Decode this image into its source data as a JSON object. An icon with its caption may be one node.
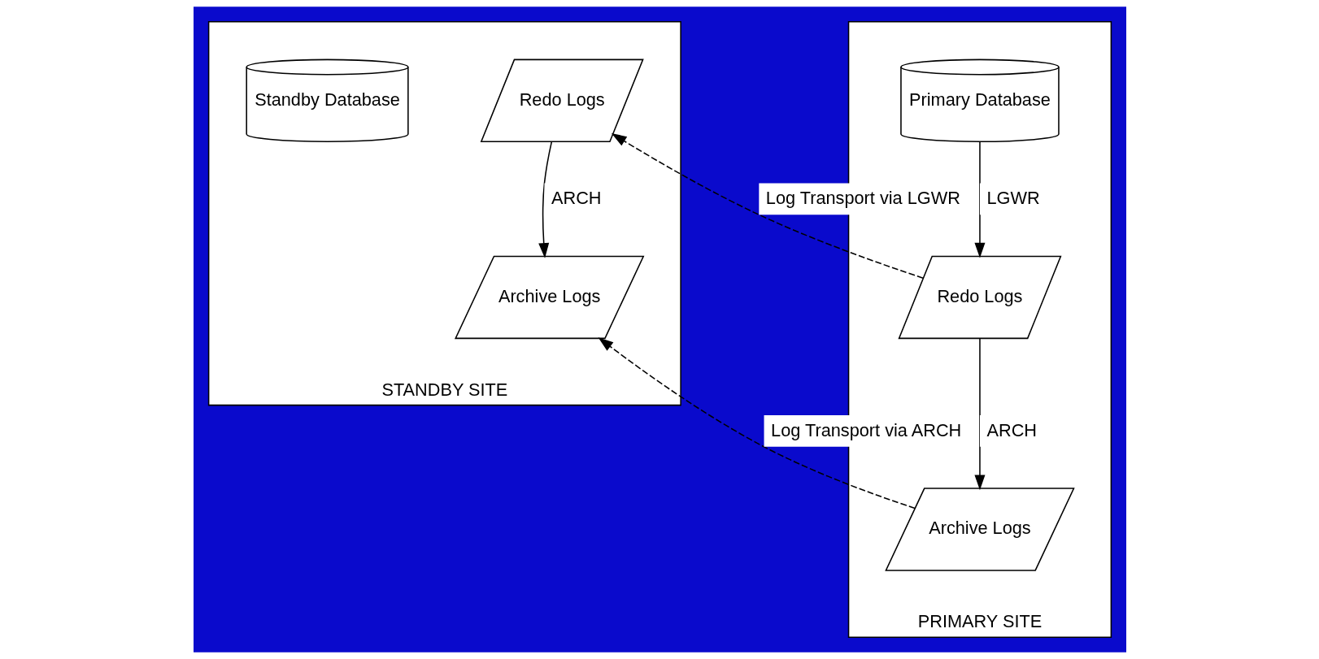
{
  "diagram": {
    "nodes": [
      {
        "text": [
          "PRIMARY SITE"
        ]
      },
      {
        "text": [
          "Redo Logs"
        ],
        "in": 0
      },
      {
        "text": [
          "Primary Database"
        ],
        "in": 0
      },
      {
        "text": [
          "Archive Logs"
        ],
        "in": 0
      },
      {
        "text": [
          "STANDBY SITE"
        ]
      },
      {
        "text": [
          "Redo Logs"
        ],
        "in": 4
      },
      {
        "text": [
          "Standby Database"
        ],
        "in": 4
      },
      {
        "text": [
          "Archive Logs"
        ],
        "in": 4
      }
    ],
    "edges": [
      {
        "from": 2,
        "to": 1,
        "arrow": "to",
        "label": "LGWR"
      },
      {
        "from": 1,
        "to": 3,
        "arrow": "to",
        "label": "ARCH"
      },
      {
        "from": 1,
        "to": 5,
        "arrow": "to",
        "label": "Log Transport via LGWR",
        "style": "dashed"
      },
      {
        "from": 3,
        "to": 7,
        "arrow": "to",
        "label": "Log Transport via ARCH",
        "style": "dashed"
      },
      {
        "from": 5,
        "to": 7,
        "arrow": "to",
        "label": "ARCH"
      }
    ]
  }
}
